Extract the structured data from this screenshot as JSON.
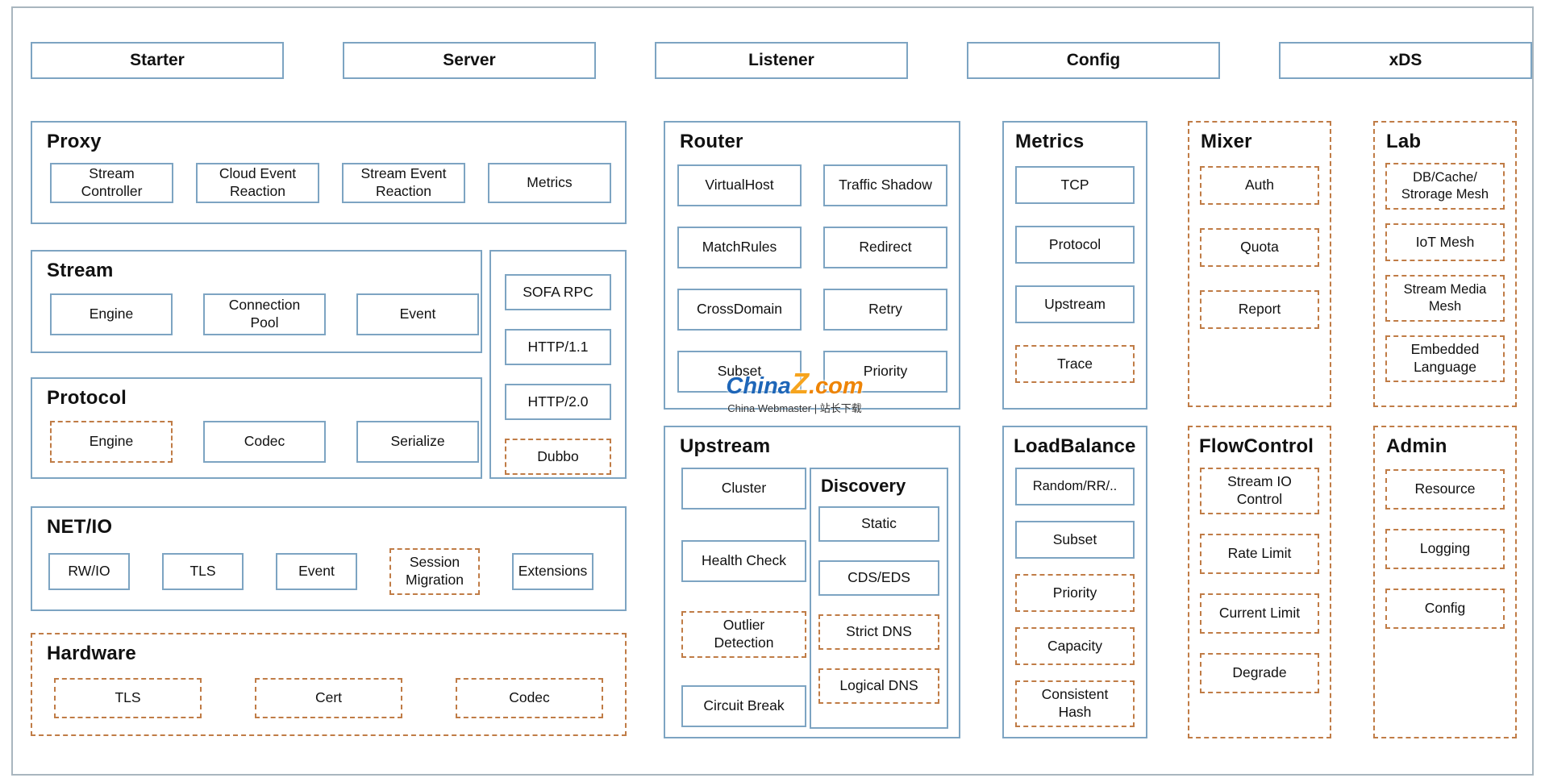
{
  "colors": {
    "solid_border": "#7da4c2",
    "dashed_border": "#c07c46",
    "frame_border": "#a9b6bf",
    "text": "#111111",
    "watermark_blue": "#1e66b8",
    "watermark_orange": "#ee8406",
    "watermark_yellow": "#f6a41e"
  },
  "top_row": {
    "items": [
      {
        "label": "Starter"
      },
      {
        "label": "Server"
      },
      {
        "label": "Listener"
      },
      {
        "label": "Config"
      },
      {
        "label": "xDS"
      }
    ]
  },
  "sections": {
    "proxy": {
      "title": "Proxy",
      "items": [
        {
          "label": "Stream\nController"
        },
        {
          "label": "Cloud Event\nReaction"
        },
        {
          "label": "Stream Event\nReaction"
        },
        {
          "label": "Metrics"
        }
      ]
    },
    "stream": {
      "title": "Stream",
      "items": [
        {
          "label": "Engine"
        },
        {
          "label": "Connection\nPool"
        },
        {
          "label": "Event"
        }
      ]
    },
    "protocol": {
      "title": "Protocol",
      "items": [
        {
          "label": "Engine"
        },
        {
          "label": "Codec"
        },
        {
          "label": "Serialize"
        }
      ]
    },
    "protocol_stack": {
      "items": [
        {
          "label": "SOFA RPC"
        },
        {
          "label": "HTTP/1.1"
        },
        {
          "label": "HTTP/2.0"
        },
        {
          "label": "Dubbo"
        }
      ]
    },
    "netio": {
      "title": "NET/IO",
      "items": [
        {
          "label": "RW/IO"
        },
        {
          "label": "TLS"
        },
        {
          "label": "Event"
        },
        {
          "label": "Session\nMigration"
        },
        {
          "label": "Extensions"
        }
      ]
    },
    "hardware": {
      "title": "Hardware",
      "items": [
        {
          "label": "TLS"
        },
        {
          "label": "Cert"
        },
        {
          "label": "Codec"
        }
      ]
    },
    "router": {
      "title": "Router",
      "items": [
        {
          "label": "VirtualHost"
        },
        {
          "label": "Traffic Shadow"
        },
        {
          "label": "MatchRules"
        },
        {
          "label": "Redirect"
        },
        {
          "label": "CrossDomain"
        },
        {
          "label": "Retry"
        },
        {
          "label": "Subset"
        },
        {
          "label": "Priority"
        }
      ]
    },
    "upstream": {
      "title": "Upstream",
      "items": [
        {
          "label": "Cluster"
        },
        {
          "label": "Health Check"
        },
        {
          "label": "Outlier\nDetection"
        },
        {
          "label": "Circuit Break"
        }
      ],
      "discovery": {
        "title": "Discovery",
        "items": [
          {
            "label": "Static"
          },
          {
            "label": "CDS/EDS"
          },
          {
            "label": "Strict DNS"
          },
          {
            "label": "Logical DNS"
          }
        ]
      }
    },
    "metrics": {
      "title": "Metrics",
      "items": [
        {
          "label": "TCP"
        },
        {
          "label": "Protocol"
        },
        {
          "label": "Upstream"
        },
        {
          "label": "Trace"
        }
      ]
    },
    "loadbalance": {
      "title": "LoadBalance",
      "items": [
        {
          "label": "Random/RR/.."
        },
        {
          "label": "Subset"
        },
        {
          "label": "Priority"
        },
        {
          "label": "Capacity"
        },
        {
          "label": "Consistent\nHash"
        }
      ]
    },
    "mixer": {
      "title": "Mixer",
      "items": [
        {
          "label": "Auth"
        },
        {
          "label": "Quota"
        },
        {
          "label": "Report"
        }
      ]
    },
    "flowcontrol": {
      "title": "FlowControl",
      "items": [
        {
          "label": "Stream IO\nControl"
        },
        {
          "label": "Rate Limit"
        },
        {
          "label": "Current Limit"
        },
        {
          "label": "Degrade"
        }
      ]
    },
    "lab": {
      "title": "Lab",
      "items": [
        {
          "label": "DB/Cache/\nStrorage Mesh"
        },
        {
          "label": "IoT Mesh"
        },
        {
          "label": "Stream Media\nMesh"
        },
        {
          "label": "Embedded\nLanguage"
        }
      ]
    },
    "admin": {
      "title": "Admin",
      "items": [
        {
          "label": "Resource"
        },
        {
          "label": "Logging"
        },
        {
          "label": "Config"
        }
      ]
    }
  },
  "watermark": {
    "part1": "China",
    "part2": "Z",
    "part3": ".com",
    "tagline": "China Webmaster | 站长下载"
  }
}
